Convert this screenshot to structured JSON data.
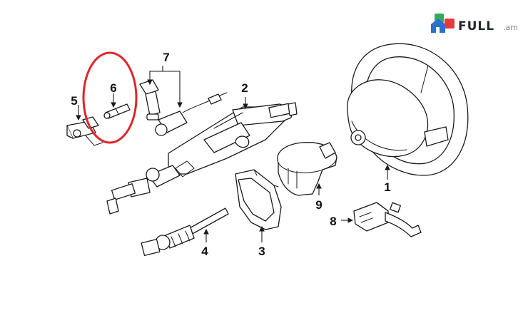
{
  "logo": {
    "brand": "FULL",
    "domain": ".am",
    "colors": {
      "green": "#2fae5b",
      "red": "#e23b3b",
      "blue": "#2c6fd1"
    }
  },
  "diagram": {
    "highlight_color": "#e0262b",
    "callouts": [
      {
        "id": "part-1",
        "label": "1"
      },
      {
        "id": "part-2",
        "label": "2"
      },
      {
        "id": "part-3",
        "label": "3"
      },
      {
        "id": "part-4",
        "label": "4"
      },
      {
        "id": "part-5",
        "label": "5"
      },
      {
        "id": "part-6",
        "label": "6"
      },
      {
        "id": "part-7",
        "label": "7"
      },
      {
        "id": "part-8",
        "label": "8"
      },
      {
        "id": "part-9",
        "label": "9"
      }
    ]
  }
}
